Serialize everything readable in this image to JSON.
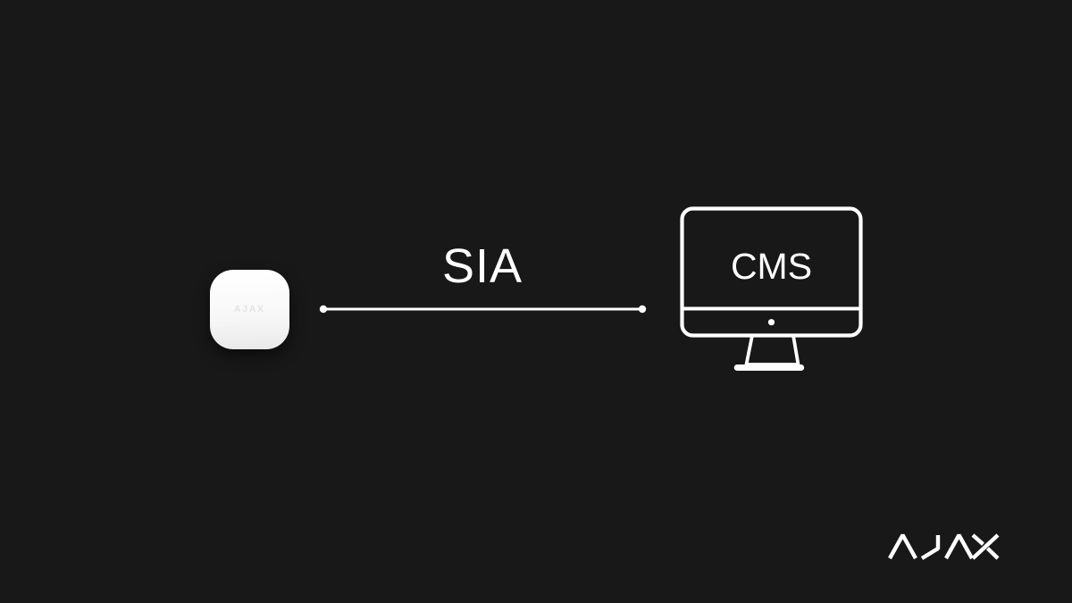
{
  "scene": {
    "background_color": "#181818",
    "foreground_color": "#ffffff"
  },
  "hub": {
    "brand_text": "AJAX",
    "fill_color": "#f7f7f7"
  },
  "connection": {
    "protocol_label": "SIA",
    "line_color": "#ffffff"
  },
  "cms": {
    "screen_label": "CMS"
  },
  "footer": {
    "wordmark": "AJAX"
  }
}
